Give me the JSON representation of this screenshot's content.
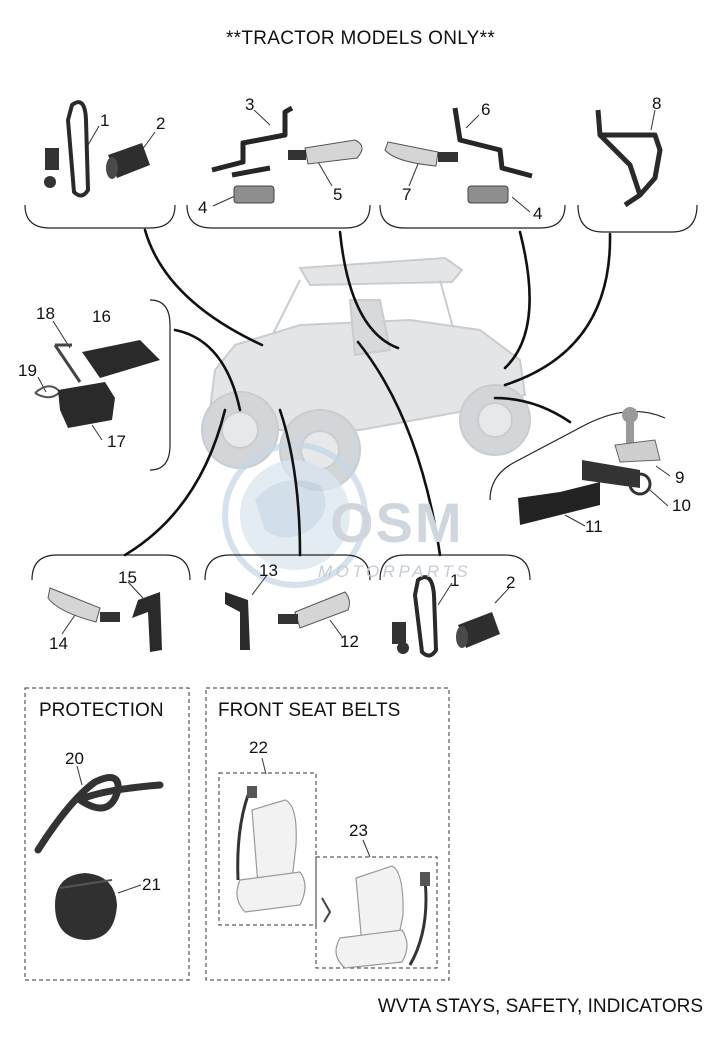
{
  "header": {
    "title": "**TRACTOR MODELS ONLY**"
  },
  "footer": {
    "caption": "WVTA STAYS, SAFETY, INDICATORS"
  },
  "sections": {
    "protection": "PROTECTION",
    "front_seat_belts": "FRONT SEAT BELTS"
  },
  "watermark": {
    "logo_text": "OSM",
    "sub_text": "MOTORPARTS"
  },
  "callouts": {
    "c1a": "1",
    "c2a": "2",
    "c3": "3",
    "c4a": "4",
    "c5": "5",
    "c6": "6",
    "c7": "7",
    "c4b": "4",
    "c8": "8",
    "c18": "18",
    "c16": "16",
    "c19": "19",
    "c17": "17",
    "c9": "9",
    "c10": "10",
    "c11": "11",
    "c15": "15",
    "c14": "14",
    "c13": "13",
    "c12": "12",
    "c1b": "1",
    "c2b": "2",
    "c20": "20",
    "c21": "21",
    "c22": "22",
    "c23": "23"
  },
  "colors": {
    "line": "#111111",
    "part_dark": "#2a2a2a",
    "vehicle_ghost": "#dadde0",
    "watermark": "#cfd6de"
  }
}
